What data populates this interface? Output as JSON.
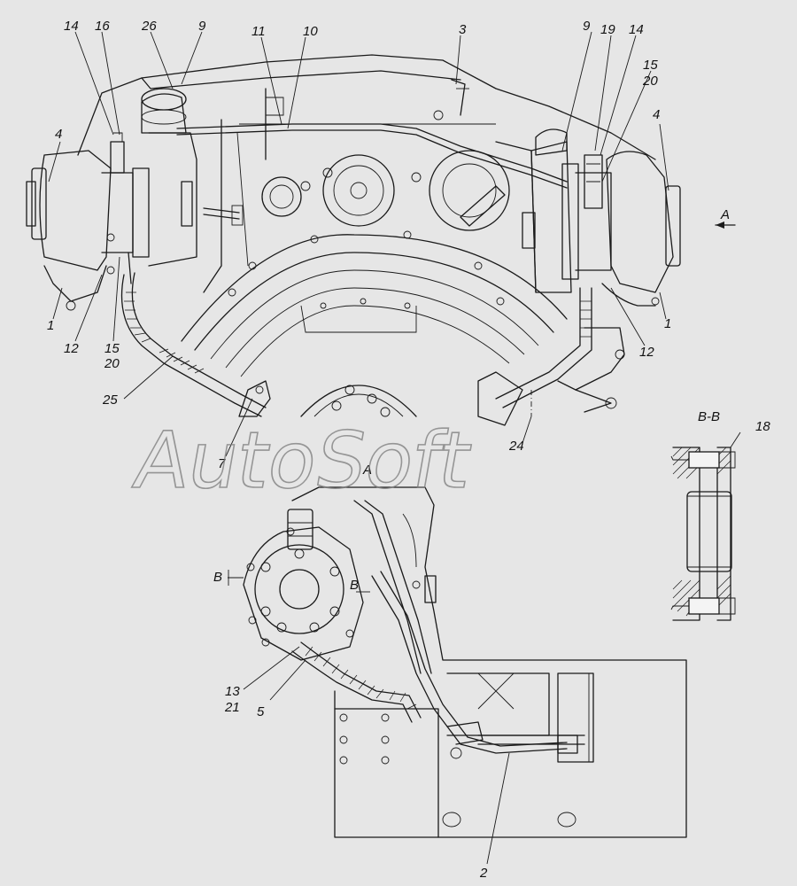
{
  "watermark": "AutoSoft",
  "view_labels": {
    "view_a": "A",
    "view_a_arrow": "A",
    "section_bb": "B-B",
    "b_mark_left": "B",
    "b_mark_right": "B"
  },
  "callouts": {
    "c14_left": "14",
    "c16": "16",
    "c26": "26",
    "c9_left": "9",
    "c11": "11",
    "c10": "10",
    "c3": "3",
    "c9_right": "9",
    "c19": "19",
    "c14_right": "14",
    "c15_right": "15",
    "c20_right": "20",
    "c4_left": "4",
    "c4_right": "4",
    "c1_left": "1",
    "c1_right": "1",
    "c12_left": "12",
    "c12_right": "12",
    "c15_left": "15",
    "c20_left": "20",
    "c25": "25",
    "c7": "7",
    "c24": "24",
    "c18": "18",
    "c13": "13",
    "c21": "21",
    "c5": "5",
    "c2": "2"
  }
}
